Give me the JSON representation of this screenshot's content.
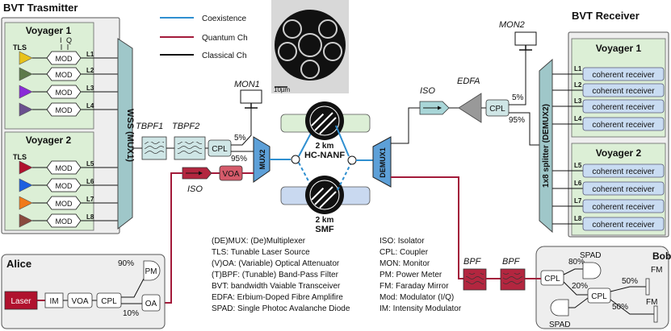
{
  "transmitter": {
    "title": "BVT Trasmitter",
    "voyager1": "Voyager 1",
    "voyager2": "Voyager 2",
    "tls": "TLS",
    "mod": "MOD",
    "iq": "I",
    "iq2": "Q",
    "lanes_top": [
      "L1",
      "L2",
      "L3",
      "L4"
    ],
    "lanes_bottom": [
      "L5",
      "L6",
      "L7",
      "L8"
    ],
    "mux": "WSS (MUX1)"
  },
  "legend": {
    "coexistence": "Coexistence",
    "quantum": "Quantum Ch",
    "classical": "Classical Ch",
    "colors": {
      "coexistence": "#2f8fd0",
      "quantum": "#a31a3a",
      "classical": "#111111"
    }
  },
  "fiber_image": {
    "scale": "10µm"
  },
  "middle": {
    "tbpf1": "TBPF1",
    "tbpf2": "TBPF2",
    "cpl": "CPL",
    "mon1": "MON1",
    "pct5": "5%",
    "pct95": "95%",
    "mux2": "MUX2",
    "iso": "ISO",
    "voa": "VOA",
    "hc_len": "2 km",
    "hc_name": "HC-NANF",
    "smf_len": "2 km",
    "smf_name": "SMF",
    "demux1": "DEMUX1"
  },
  "receiver": {
    "title": "BVT Receiver",
    "mon2": "MON2",
    "iso": "ISO",
    "edfa": "EDFA",
    "cpl": "CPL",
    "pct5": "5%",
    "pct95": "95%",
    "splitter": "1x8 splitter (DEMUX2)",
    "voyager1": "Voyager 1",
    "voyager2": "Voyager 2",
    "coherent": "coherent receiver",
    "lanes_top": [
      "L1",
      "L2",
      "L3",
      "L4"
    ],
    "lanes_bottom": [
      "L5",
      "L6",
      "L7",
      "L8"
    ]
  },
  "glossary_left": [
    "(DE)MUX: (De)Multiplexer",
    "TLS: Tunable Laser Source",
    "(V)OA: (Variable) Optical Attenuator",
    "(T)BPF: (Tunable) Band-Pass Filter",
    "BVT: bandwidth Vaiable Transceiver",
    "EDFA: Erbium-Doped Fibre Amplifire",
    "SPAD: Single Photoc Avalanche Diode"
  ],
  "glossary_right": [
    "ISO: Isolator",
    "CPL: Coupler",
    "MON: Monitor",
    "PM: Power Meter",
    "FM: Faraday Mirror",
    "Mod: Modulator (I/Q)",
    "IM: Intensity Modulator"
  ],
  "alice": {
    "title": "Alice",
    "laser": "Laser",
    "im": "IM",
    "voa": "VOA",
    "cpl": "CPL",
    "oa": "OA",
    "pm": "PM",
    "pct90": "90%",
    "pct10": "10%"
  },
  "bpf": {
    "label1": "BPF",
    "label2": "BPF"
  },
  "bob": {
    "title": "Bob",
    "spad_top": "SPAD",
    "spad_bottom": "SPAD",
    "cpl1": "CPL",
    "cpl2": "CPL",
    "pct80": "80%",
    "pct20": "20%",
    "pct50a": "50%",
    "pct50b": "50%",
    "fm1": "FM",
    "fm2": "FM"
  }
}
